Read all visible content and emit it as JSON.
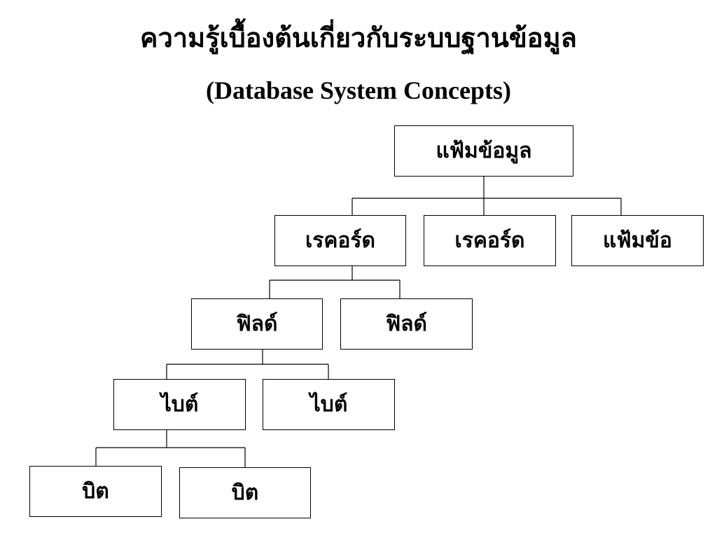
{
  "title": "ความรู้เบื้องต้นเกี่ยวกับระบบฐานข้อมูล",
  "subtitle": "(Database System Concepts)",
  "hierarchy": {
    "root": "แฟ้มข้อมูล",
    "level2": [
      "เรคอร์ด",
      "เรคอร์ด",
      "แฟ้มข้อ"
    ],
    "level3": [
      "ฟิลด์",
      "ฟิลด์"
    ],
    "level4": [
      "ไบต์",
      "ไบต์"
    ],
    "level5": [
      "บิต",
      "บิต"
    ]
  }
}
